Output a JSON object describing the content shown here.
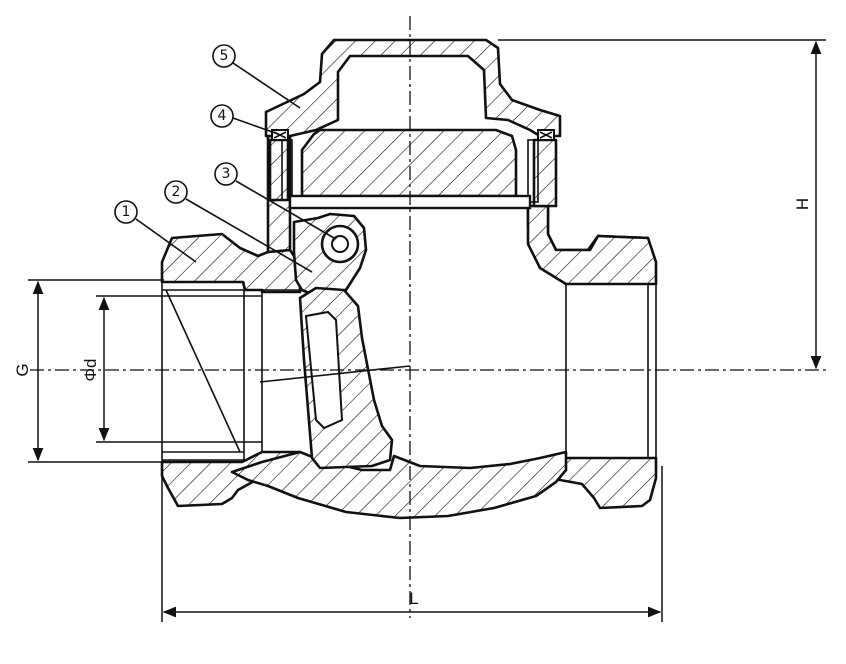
{
  "callouts": [
    "1",
    "2",
    "3",
    "4",
    "5"
  ],
  "dimensions": {
    "length": "L",
    "height": "H",
    "thread": "G",
    "bore": "Φd"
  }
}
